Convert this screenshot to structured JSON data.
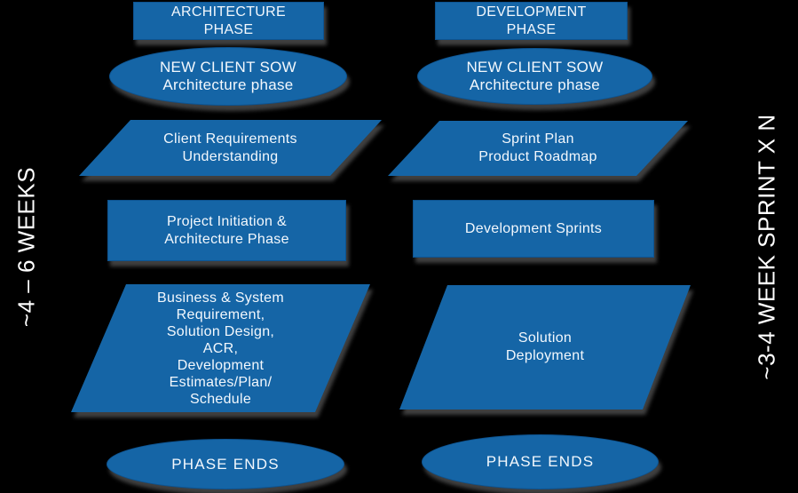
{
  "diagram": {
    "background_color": "#000000",
    "shape_fill_color": "#1565a6",
    "shape_border_color": "#0d5390",
    "text_color": "#ffffff",
    "shadow_color": "#7d7d7d",
    "columns": [
      {
        "name": "architecture-phase",
        "steps": [
          {
            "shape": "rectangle",
            "text": "ARCHITECTURE\nPHASE"
          },
          {
            "shape": "ellipse",
            "text": "NEW CLIENT SOW\nArchitecture phase"
          },
          {
            "shape": "parallelogram",
            "text": "Client Requirements\nUnderstanding"
          },
          {
            "shape": "rectangle",
            "text": "Project Initiation &\nArchitecture Phase"
          },
          {
            "shape": "parallelogram",
            "text": "Business & System\nRequirement,\nSolution Design,\nACR,\nDevelopment\nEstimates/Plan/\nSchedule"
          },
          {
            "shape": "ellipse",
            "text": "PHASE ENDS"
          }
        ]
      },
      {
        "name": "development-phase",
        "steps": [
          {
            "shape": "rectangle",
            "text": "DEVELOPMENT\nPHASE"
          },
          {
            "shape": "ellipse",
            "text": "NEW CLIENT SOW\nArchitecture phase"
          },
          {
            "shape": "parallelogram",
            "text": "Sprint Plan\nProduct Roadmap"
          },
          {
            "shape": "rectangle",
            "text": "Development Sprints"
          },
          {
            "shape": "parallelogram",
            "text": "Solution\nDeployment"
          },
          {
            "shape": "ellipse",
            "text": "PHASE ENDS"
          }
        ]
      }
    ],
    "side_labels": {
      "left": "~4 – 6  WEEKS",
      "right": "~3-4 WEEK SPRINT X N"
    }
  }
}
